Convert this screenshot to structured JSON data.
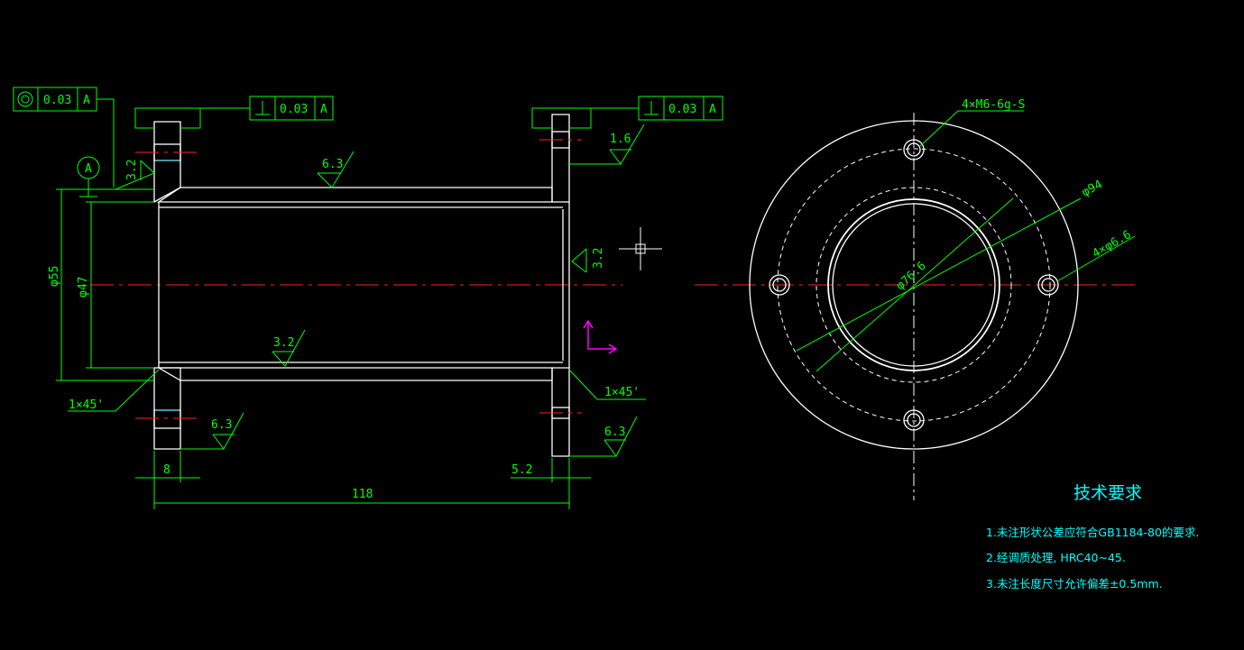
{
  "tolerance_frames": {
    "left": {
      "symbol_name": "concentricity",
      "value": "0.03",
      "datum": "A"
    },
    "middle": {
      "symbol_name": "perpendicularity",
      "value": "0.03",
      "datum": "A"
    },
    "right": {
      "symbol_name": "perpendicularity",
      "value": "0.03",
      "datum": "A"
    }
  },
  "datum_label": "A",
  "roughness": {
    "left_flange": "3.2",
    "top_body": "6.3",
    "right_top_flange": "1.6",
    "bore_inner": "3.2",
    "right_bore": "3.2",
    "bottom_left_flange": "6.3",
    "bottom_right_flange": "6.3"
  },
  "dimensions": {
    "outer_dia": "φ55",
    "inner_dia": "φ47",
    "chamfer_left": "1×45'",
    "chamfer_right": "1×45'",
    "flange_left_width": "8",
    "flange_right_width": "5.2",
    "total_length": "118",
    "thread_holes": "4×M6-6g-S",
    "bolt_circle": "φ94",
    "hole_dia": "4×φ6.6",
    "inner_circle": "φ76.6"
  },
  "tech_requirements": {
    "title": "技术要求",
    "items": [
      "1.未注形状公差应符合GB1184-80的要求.",
      "2.经调质处理, HRC40~45.",
      "3.未注长度尺寸允许偏差±0.5mm."
    ]
  },
  "colors": {
    "background": "#000000",
    "geometry": "#ffffff",
    "annotation": "#00ff00",
    "centerline": "#ff2020",
    "text_notes": "#00ffff",
    "ucs_icon": "#ff00ff"
  }
}
